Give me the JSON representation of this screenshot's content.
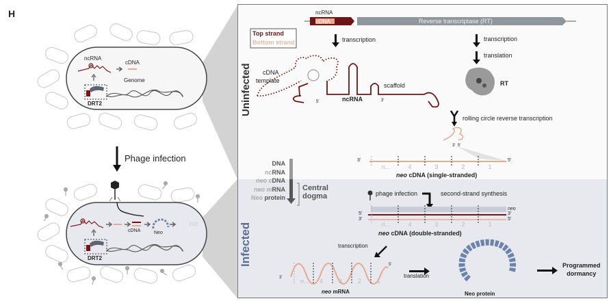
{
  "panel_label": "H",
  "left": {
    "uninfected_cell": {
      "ncrna_label": "ncRNA",
      "cdna_label": "cDNA",
      "genome_label": "Genome",
      "system_label": "DRT2"
    },
    "transition_label": "Phage infection",
    "infected_cell": {
      "cdna_label": "cDNA",
      "neo_label": "Neo",
      "system_label": "DRT2"
    }
  },
  "right": {
    "state_labels": {
      "uninfected": "Uninfected",
      "infected": "Infected"
    },
    "locus": {
      "ncrna": "ncRNA",
      "cdna": "cDNA",
      "rt": "Reverse transcriptase (RT)"
    },
    "legend": {
      "top": "Top strand",
      "bottom": "Bottom strand"
    },
    "steps": {
      "transcription_1": "transcription",
      "transcription_2": "transcription",
      "translation_1": "translation",
      "rolling": "rolling circle reverse transcription",
      "phage_infection": "phage infection",
      "second_strand": "second-strand synthesis",
      "transcription_3": "transcription",
      "translation_2": "translation"
    },
    "ncrna_struct": {
      "cdna_template": "cDNA\ntemplate",
      "cdna_template_l1": "cDNA",
      "cdna_template_l2": "template",
      "scaffold": "scaffold",
      "ncrna": "ncRNA",
      "five": "5'",
      "three": "3'"
    },
    "rt_label": "RT",
    "ends": {
      "three": "3'",
      "five": "5'",
      "neo": "neo"
    },
    "repeats": [
      "n...",
      "4",
      "3",
      "2",
      "1"
    ],
    "ss_cdna": {
      "italic": "neo",
      "rest": " cDNA (single-stranded)"
    },
    "ds_cdna": {
      "italic": "neo",
      "rest": " cDNA (double-stranded)"
    },
    "mrna": {
      "italic": "neo",
      "rest": " mRNA"
    },
    "protein_label": "Neo protein",
    "outcome": {
      "line1": "Programmed",
      "line2": "dormancy"
    },
    "central_dogma": {
      "rows": [
        {
          "light": "",
          "dark": "DNA"
        },
        {
          "light": "nc",
          "dark": "RNA"
        },
        {
          "light": "neo c",
          "dark": "DNA"
        },
        {
          "light": "neo m",
          "dark": "RNA"
        },
        {
          "light": "Neo ",
          "dark": "protein"
        }
      ],
      "bracket_l1": "Central",
      "bracket_l2": "dogma"
    }
  },
  "colors": {
    "top_strand": "#6e1414",
    "bottom_strand": "#e8a890",
    "rt_gray": "#8f969c",
    "neo_blue": "#6a84ab",
    "infected_bg": "#e8e9ee"
  }
}
